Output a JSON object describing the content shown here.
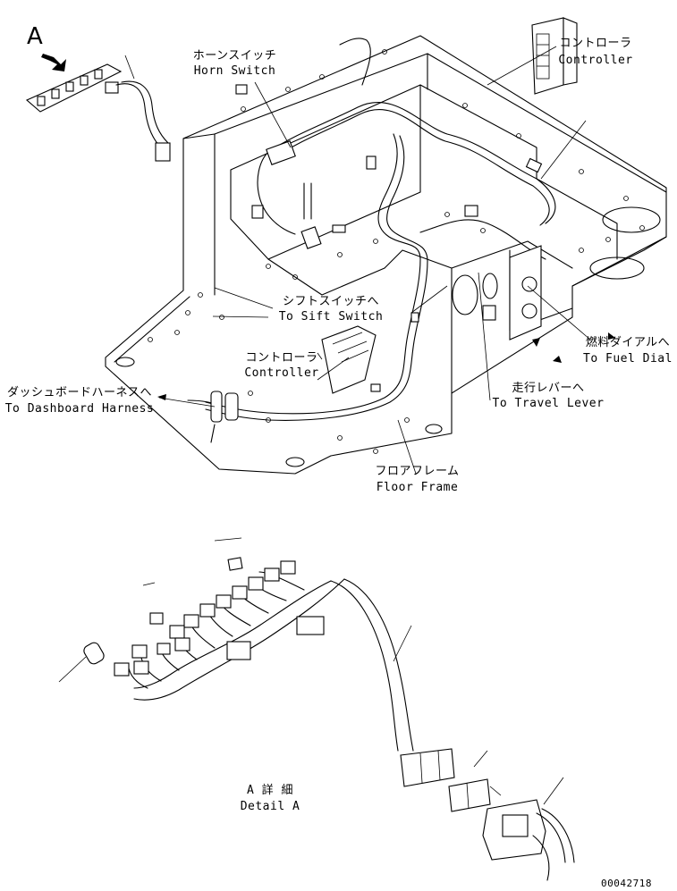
{
  "view_marker": "A",
  "labels": {
    "horn_switch_jp": "ホーンスイッチ",
    "horn_switch_en": "Horn Switch",
    "controller_top_jp": "コントローラ",
    "controller_top_en": "Controller",
    "shift_switch_jp": "シフトスイッチへ",
    "shift_switch_en": "To Sift Switch",
    "controller_mid_jp": "コントローラ",
    "controller_mid_en": "Controller",
    "dashboard_jp": "ダッシュボードハーネスへ",
    "dashboard_en": "To Dashboard Harness",
    "fuel_dial_jp": "燃料ダイアルへ",
    "fuel_dial_en": "To Fuel Dial",
    "travel_lever_jp": "走行レバーへ",
    "travel_lever_en": "To Travel Lever",
    "floor_frame_jp": "フロアフレーム",
    "floor_frame_en": "Floor Frame",
    "detail_a_jp": "A 詳 細",
    "detail_a_en": "Detail A"
  },
  "drawing_number": "00042718"
}
